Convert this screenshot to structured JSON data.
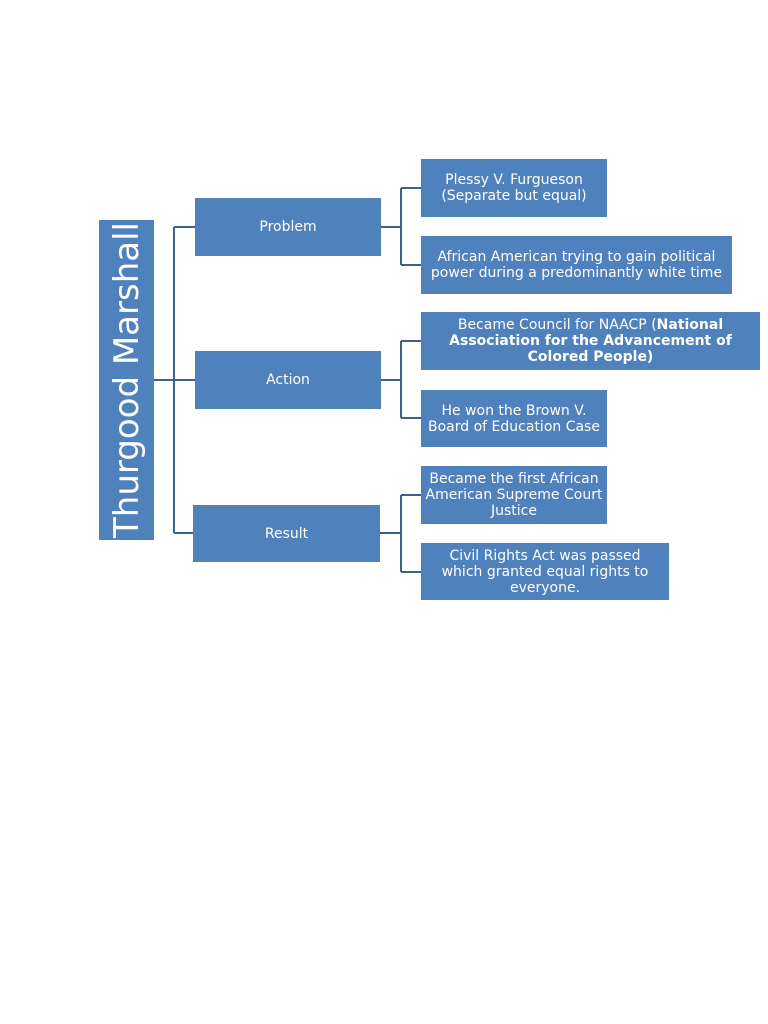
{
  "root": {
    "title": "Thurgood Marshall"
  },
  "branches": [
    {
      "label": "Problem",
      "details": [
        {
          "text": "Plessy V. Furgueson (Separate but equal)"
        },
        {
          "text": "African American trying to gain political power during a predominantly white time"
        }
      ]
    },
    {
      "label": "Action",
      "details": [
        {
          "text_plain": "Became Council for NAACP (",
          "text_bold": "National Association for the Advancement of Colored People)"
        },
        {
          "text": "He won the Brown V. Board of Education Case"
        }
      ]
    },
    {
      "label": "Result",
      "details": [
        {
          "text": "Became the first African American Supreme Court Justice"
        },
        {
          "text": "Civil Rights Act was passed which granted equal rights to everyone."
        }
      ]
    }
  ],
  "colors": {
    "box": "#4f81bd",
    "connector": "#3b6191",
    "text": "#ffffff"
  }
}
